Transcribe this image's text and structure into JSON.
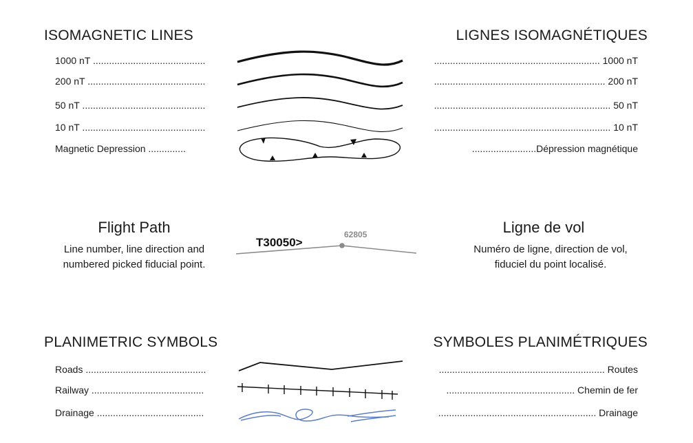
{
  "isomagnetic": {
    "title_en": "ISOMAGNETIC LINES",
    "title_fr": "LIGNES ISOMAGNÉTIQUES",
    "rows": [
      {
        "en": "1000 nT ..........................................",
        "fr": ".............................................................. 1000 nT"
      },
      {
        "en": "200 nT ............................................",
        "fr": "................................................................ 200 nT"
      },
      {
        "en": "50 nT ..............................................",
        "fr": ".................................................................. 50 nT"
      },
      {
        "en": "10 nT ..............................................",
        "fr": ".................................................................. 10 nT"
      },
      {
        "en": "Magnetic Depression ..............",
        "fr": "........................Dépression magnétique"
      }
    ]
  },
  "flight_path": {
    "title_en": "Flight Path",
    "desc_en_1": "Line number, line direction and",
    "desc_en_2": "numbered picked fiducial point.",
    "line_label": "T30050>",
    "fiducial_label": "62805",
    "title_fr": "Ligne de vol",
    "desc_fr_1": "Numéro de ligne, direction de vol,",
    "desc_fr_2": "fiduciel du point localisé."
  },
  "planimetric": {
    "title_en": "PLANIMETRIC SYMBOLS",
    "title_fr": "SYMBOLES PLANIMÉTRIQUES",
    "rows": [
      {
        "en": "Roads .............................................",
        "fr": ".............................................................. Routes"
      },
      {
        "en": "Railway ..........................................",
        "fr": "................................................ Chemin de fer"
      },
      {
        "en": "Drainage ........................................",
        "fr": "........................................................... Drainage"
      }
    ]
  },
  "colors": {
    "text": "#1a1a1a",
    "line_black": "#111111",
    "flight_gray": "#8a8a8a",
    "drainage_blue": "#5b7fc4"
  }
}
